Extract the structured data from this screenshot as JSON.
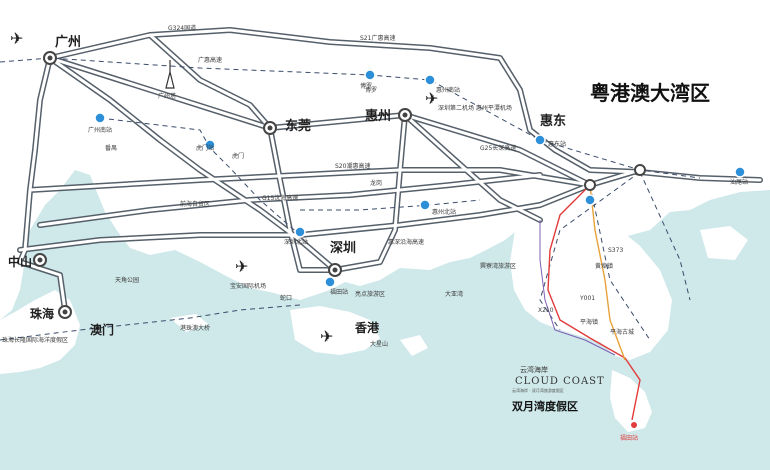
{
  "title": "粤港澳大湾区",
  "colors": {
    "sea": "#cfe8ea",
    "land": "#ffffff",
    "road": "#56606a",
    "road_inner": "#ffffff",
    "metro": "#2d8fd8",
    "red_route": "#e23b3b",
    "orange_route": "#e8a23a",
    "dash": "#3b4c6b"
  },
  "cities": [
    {
      "id": "guangzhou",
      "name": "广州"
    },
    {
      "id": "dongguan",
      "name": "东莞"
    },
    {
      "id": "huizhou",
      "name": "惠州"
    },
    {
      "id": "huidong",
      "name": "惠东"
    },
    {
      "id": "shenzhen",
      "name": "深圳"
    },
    {
      "id": "zhongshan",
      "name": "中山"
    },
    {
      "id": "zhuhai",
      "name": "珠海"
    },
    {
      "id": "aomen",
      "name": "澳门"
    },
    {
      "id": "xianggang",
      "name": "香港"
    }
  ],
  "places": [
    {
      "id": "guangzhouta",
      "name": "广州塔"
    },
    {
      "id": "fanyu",
      "name": "番禺"
    },
    {
      "id": "boluo",
      "name": "博罗"
    },
    {
      "id": "humen",
      "name": "虎门"
    },
    {
      "id": "longgang",
      "name": "龙岗"
    },
    {
      "id": "dayawan",
      "name": "大亚湾"
    },
    {
      "id": "xunliaowan",
      "name": "巽寮湾旅游区"
    },
    {
      "id": "pinghaizhen",
      "name": "平海镇"
    },
    {
      "id": "pinghaigucheng",
      "name": "平海古城"
    },
    {
      "id": "daxingwan",
      "name": "大星山"
    },
    {
      "id": "huangdongyi",
      "name": "黄埠镇"
    },
    {
      "id": "qianhai",
      "name": "前海自贸区"
    },
    {
      "id": "baoan",
      "name": "宝安国际机场"
    },
    {
      "id": "shekou",
      "name": "蛇口"
    },
    {
      "id": "zhuhaiairport",
      "name": "珠海长隆国际海洋度假区"
    },
    {
      "id": "gangzhuao",
      "name": "港珠澳大桥"
    },
    {
      "id": "tianjiao",
      "name": "天角公园"
    },
    {
      "id": "qinghuan",
      "name": "亮点旅游区"
    }
  ],
  "stations": [
    {
      "id": "guangzhounan",
      "name": "广州南站"
    },
    {
      "id": "humenzhan",
      "name": "虎门站"
    },
    {
      "id": "huizhouzhan",
      "name": "惠州南站"
    },
    {
      "id": "boluozhan",
      "name": "博罗"
    },
    {
      "id": "huizhoudong",
      "name": "惠东站"
    },
    {
      "id": "shenzhenbei",
      "name": "深圳北站"
    },
    {
      "id": "futianzhan",
      "name": "福田站"
    },
    {
      "id": "huizhoubei",
      "name": "惠州北站"
    },
    {
      "id": "shanweizhan",
      "name": "汕尾站"
    }
  ],
  "airports": [
    {
      "id": "gz",
      "name": ""
    },
    {
      "id": "sz2",
      "name": "深圳第二机场 惠州平潭机场"
    },
    {
      "id": "bao",
      "name": ""
    },
    {
      "id": "hk",
      "name": ""
    }
  ],
  "roads": [
    {
      "id": "g324",
      "name": "G324国道"
    },
    {
      "id": "s21",
      "name": "S21广惠高速"
    },
    {
      "id": "gh",
      "name": "广惠高速"
    },
    {
      "id": "s20",
      "name": "S20潮惠高速"
    },
    {
      "id": "g15",
      "name": "G15沈海高速"
    },
    {
      "id": "g25",
      "name": "G25长深高速"
    },
    {
      "id": "hsw",
      "name": "惠深沿海高速"
    },
    {
      "id": "x210",
      "name": "X210"
    },
    {
      "id": "y001",
      "name": "Y001"
    },
    {
      "id": "s373",
      "name": "S373"
    }
  ],
  "project": {
    "brand_cn": "云湾海岸",
    "brand_en": "CLOUD COAST",
    "brand_sub": "云湾海岸 · 双月湾旅游度假区",
    "area": "双月湾度假区",
    "terminal": "福田站"
  }
}
